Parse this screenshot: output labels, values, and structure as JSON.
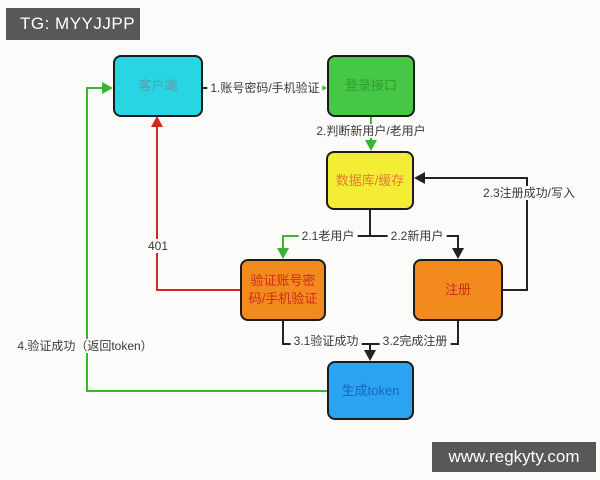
{
  "watermarks": {
    "top": "TG: MYYJJPP",
    "bottom": "www.regkyty.com"
  },
  "nodes": {
    "client": {
      "label": "客户端"
    },
    "login": {
      "label": "登录接口"
    },
    "database": {
      "label": "数据库/缓存"
    },
    "verify": {
      "label": "验证账号密码/手机验证"
    },
    "register": {
      "label": "注册"
    },
    "token": {
      "label": "生成token"
    }
  },
  "edges": {
    "e1": "1.账号密码/手机验证",
    "e2": "2.判断新用户/老用户",
    "e21": "2.1老用户",
    "e22": "2.2新用户",
    "e23": "2.3注册成功/写入",
    "e401": "401",
    "e31": "3.1验证成功",
    "e32": "3.2完成注册",
    "e4": "4.验证成功（返回token）"
  },
  "colors": {
    "client_fill": "#27d6e2",
    "login_fill": "#46c846",
    "database_fill": "#f3ee35",
    "orange_fill": "#f28a1e",
    "token_fill": "#2ba3f0",
    "edge_black": "#222222",
    "edge_green": "#3cb432",
    "edge_red": "#cf2a1a",
    "badge_bg": "#585858",
    "background": "#fbfbfa"
  }
}
